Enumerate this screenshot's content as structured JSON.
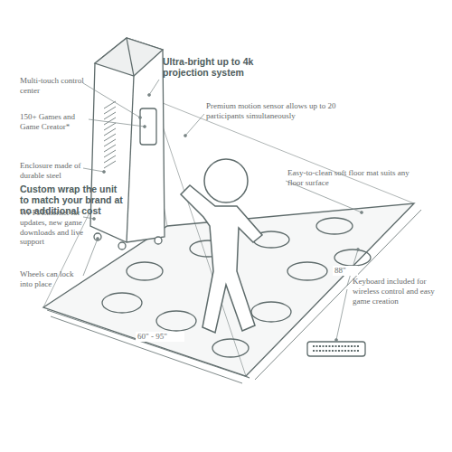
{
  "diagram": {
    "labels": [
      "Multi-touch control center",
      "150+ Games and Game Creator*",
      "Enclosure made of durable steel",
      "Custom wrap the unit to match your brand at no additional cost",
      "Wi-Fi/Ethernet for updates, new game downloads and live support",
      "Wheels can lock into place",
      "Ultra-bright up to 4k projection system",
      "Premium motion sensor allows up to 20 participants simultaneously",
      "Easy-to-clean soft floor mat suits any floor surface",
      "88\"",
      "60\" - 95\"",
      "Keyboard included for wireless control and easy game creation"
    ]
  }
}
